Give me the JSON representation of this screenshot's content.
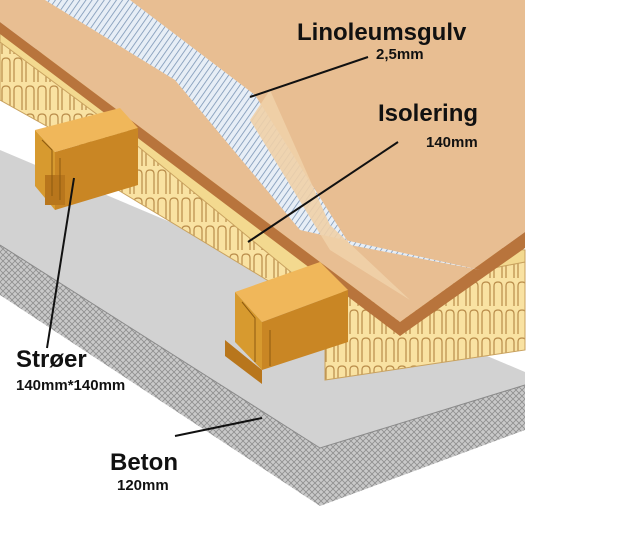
{
  "labels": {
    "linoleum": {
      "name": "Linoleumsgulv",
      "size": "2,5mm"
    },
    "isolering": {
      "name": "Isolering",
      "size": "140mm"
    },
    "stroer": {
      "name": "Strøer",
      "size": "140mm*140mm"
    },
    "beton": {
      "name": "Beton",
      "size": "120mm"
    }
  },
  "colors": {
    "linoleum": "#e8be92",
    "insulation": "#f9e2a2",
    "joist": "#d79a2f",
    "concrete": "#cfcfcf",
    "leader": "#111111"
  }
}
